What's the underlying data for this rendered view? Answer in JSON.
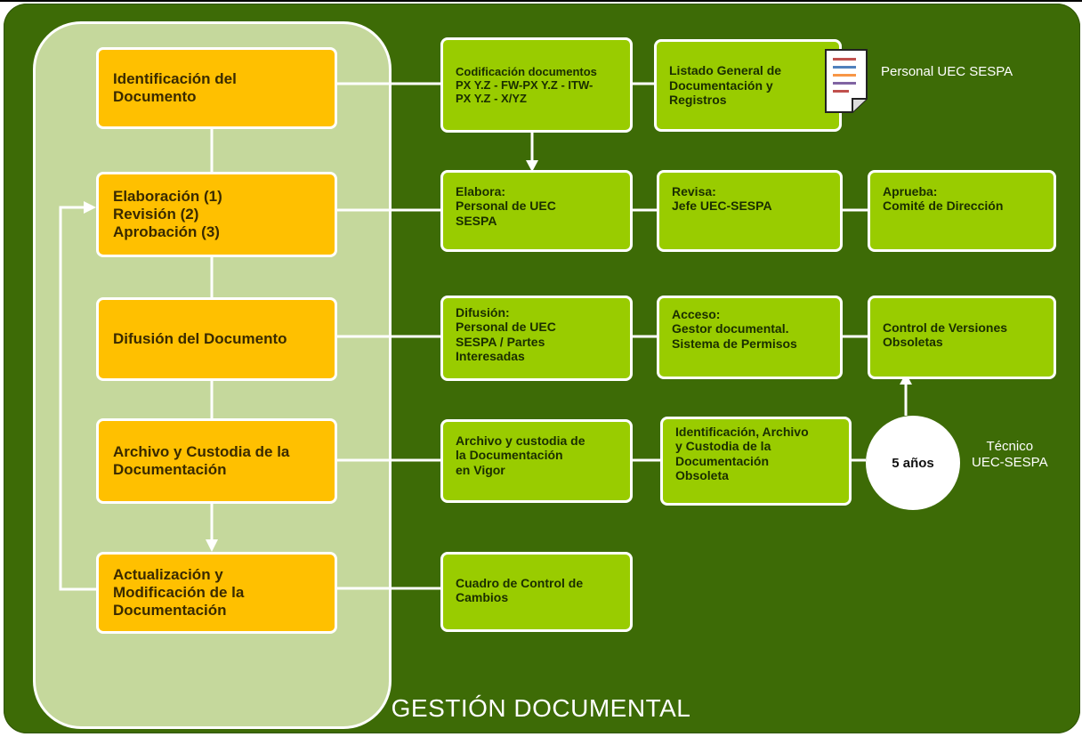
{
  "title": "GESTIÓN DOCUMENTAL",
  "stages": [
    {
      "label": "Identificación del\nDocumento"
    },
    {
      "label": "Elaboración (1)\nRevisión (2)\nAprobación (3)"
    },
    {
      "label": "Difusión del Documento"
    },
    {
      "label": "Archivo y Custodia de la\nDocumentación"
    },
    {
      "label": "Actualización y\nModificación de la\nDocumentación"
    }
  ],
  "row1": {
    "codificacion": "Codificación documentos\nPX Y.Z - FW-PX Y.Z  - ITW-\nPX Y.Z  - X/YZ",
    "listado": "Listado General de\nDocumentación y\nRegistros",
    "personal_caption": "Personal UEC SESPA"
  },
  "row2": {
    "elabora": "Elabora:\nPersonal de  UEC\nSESPA",
    "revisa": "Revisa:\nJefe  UEC-SESPA",
    "aprueba": "Aprueba:\nComité de Dirección"
  },
  "row3": {
    "difusion": "Difusión:\nPersonal de  UEC\nSESPA  / Partes\nInteresadas",
    "acceso": "Acceso:\nGestor documental.\nSistema de Permisos",
    "control": "Control de Versiones\nObsoletas"
  },
  "row4": {
    "archivo": "Archivo y custodia de\nla Documentación\nen Vigor",
    "identificacion": "Identificación, Archivo\ny Custodia de la\nDocumentación\nObsoleta",
    "years": "5 años",
    "tecnico_caption": "Técnico\nUEC-SESPA"
  },
  "row5": {
    "cuadro": "Cuadro de Control de\nCambios"
  },
  "icon": "document-list-icon",
  "colors": {
    "background": "#3d6b06",
    "stage": "#ffc000",
    "info": "#99cc00",
    "panel": "#c5d89c"
  }
}
